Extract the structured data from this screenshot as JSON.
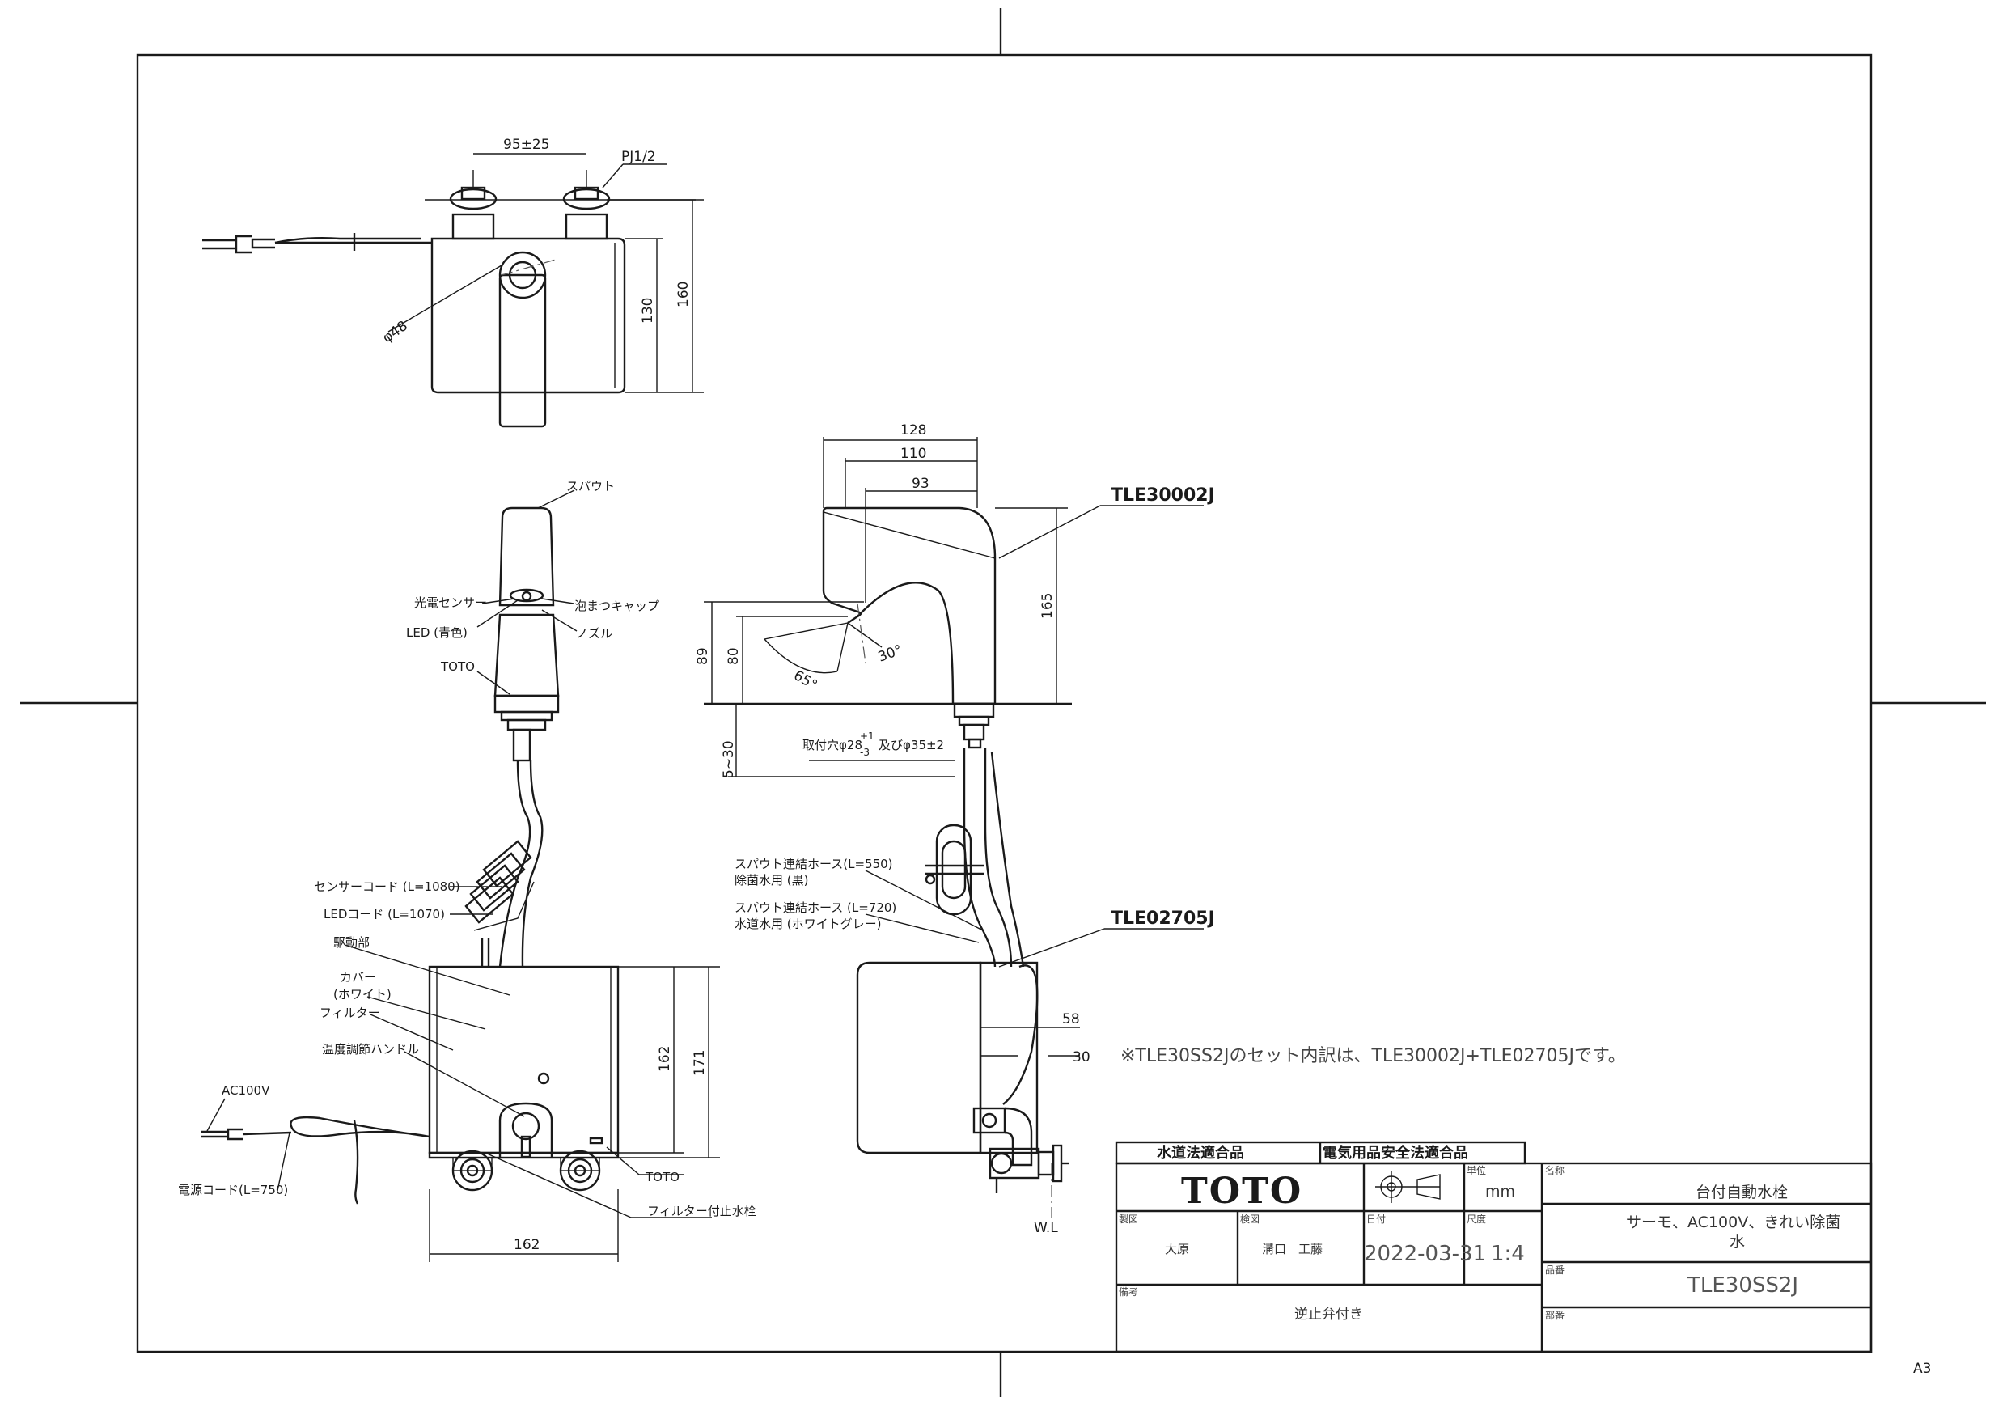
{
  "sheet": {
    "paper_size": "A3"
  },
  "plan_view": {
    "dim_spacing": "95±25",
    "dim_thread": "PJ1/2",
    "dim_diameter": "φ48",
    "dim_130": "130",
    "dim_160": "160"
  },
  "front_view": {
    "labels": {
      "spout": "スパウト",
      "sensor": "光電センサー",
      "bubbler_cap": "泡まつキャップ",
      "led": "LED (青色)",
      "nozzle": "ノズル",
      "toto": "TOTO",
      "sensor_cord": "センサーコード (L=1080)",
      "led_cord": "LEDコード (L=1070)",
      "drive": "駆動部",
      "cover_1": "カバー",
      "cover_2": "(ホワイト)",
      "filter": "フィルター",
      "temp_handle": "温度調節ハンドル",
      "ac": "AC100V",
      "power_cord": "電源コード(L=750)",
      "toto_lower": "TOTO",
      "stop_valve": "フィルター付止水栓"
    },
    "dims": {
      "h162": "162",
      "h171": "171",
      "w162": "162"
    }
  },
  "side_view": {
    "dims": {
      "d128": "128",
      "d110": "110",
      "d93": "93",
      "d165": "165",
      "d89": "89",
      "d80": "80",
      "a65": "65°",
      "a30": "30°",
      "d5_30": "5~30",
      "hole": "取付穴φ28",
      "hole_tol_up": "+1",
      "hole_tol_dn": "-3",
      "hole_tail": "及びφ35±2",
      "d58": "58",
      "d30": "30",
      "wl": "W.L"
    },
    "labels": {
      "model_faucet": "TLE30002J",
      "model_unit": "TLE02705J",
      "hose1_1": "スパウト連結ホース(L=550)",
      "hose1_2": "除菌水用 (黒)",
      "hose2_1": "スパウト連結ホース (L=720)",
      "hose2_2": "水道水用 (ホワイトグレー)"
    }
  },
  "note": "※TLE30SS2Jのセット内訳は、TLE30002J+TLE02705Jです。",
  "title_block": {
    "badge_water": "水道法適合品",
    "badge_electric": "電気用品安全法適合品",
    "logo": "TOTO",
    "unit_label": "単位",
    "unit": "mm",
    "name_label": "名称",
    "name": "台付自動水栓",
    "spec_line1": "サーモ、AC100V、きれい除菌",
    "spec_line2": "水",
    "drawn_label": "製図",
    "drawn_by": "大原",
    "checked_label": "検図",
    "checked_by": "溝口　工藤",
    "date_label": "日付",
    "date": "2022-03-31",
    "scale_label": "尺度",
    "scale": "1:4",
    "code_label": "品番",
    "code": "TLE30SS2J",
    "remark_label": "備考",
    "remark": "逆止弁付き",
    "part_label": "部番"
  }
}
